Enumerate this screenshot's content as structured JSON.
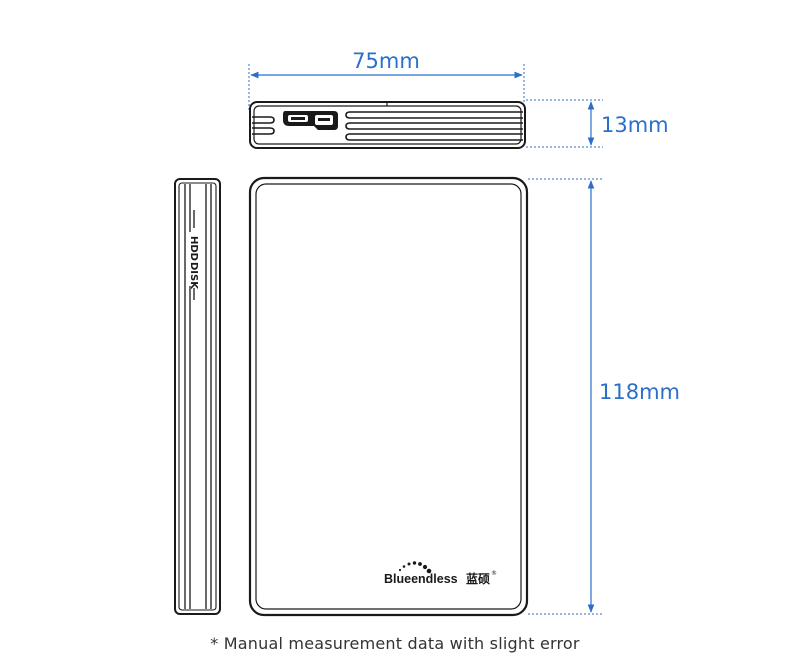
{
  "dimensions": {
    "width_label": "75mm",
    "thickness_label": "13mm",
    "height_label": "118mm"
  },
  "brand": {
    "name_latin": "Blueendless",
    "name_cjk": "蓝硕",
    "registered": "®"
  },
  "side_label": {
    "line1": "HDD",
    "line2": "DISK"
  },
  "footnote": "* Manual measurement data with slight error",
  "colors": {
    "dimension": "#2a6fc9",
    "outline": "#1a1a1a",
    "background": "#ffffff"
  },
  "icons": {
    "port": "usb3-micro-b-port-icon",
    "logo_dots": "logo-dots-icon"
  }
}
